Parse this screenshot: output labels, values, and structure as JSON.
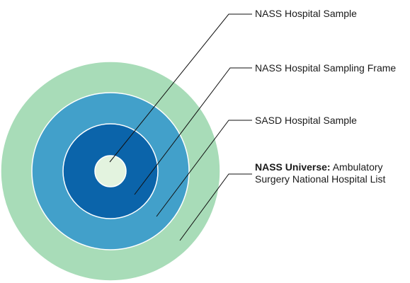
{
  "colors": {
    "outer_ring": "#a8dcb8",
    "second_ring": "#42a0ca",
    "third_ring": "#0b64aa",
    "center": "#e3f3df",
    "ring_border": "#ffffff",
    "leader_line": "#111111"
  },
  "labels": {
    "nass_hospital_sample": "NASS Hospital Sample",
    "nass_sampling_frame": "NASS Hospital Sampling Frame",
    "sasd_hospital_sample": "SASD Hospital Sample",
    "nass_universe_title": "NASS Universe:",
    "nass_universe_rest_line1": " Ambulatory",
    "nass_universe_rest_line2": "Surgery National Hospital List"
  }
}
